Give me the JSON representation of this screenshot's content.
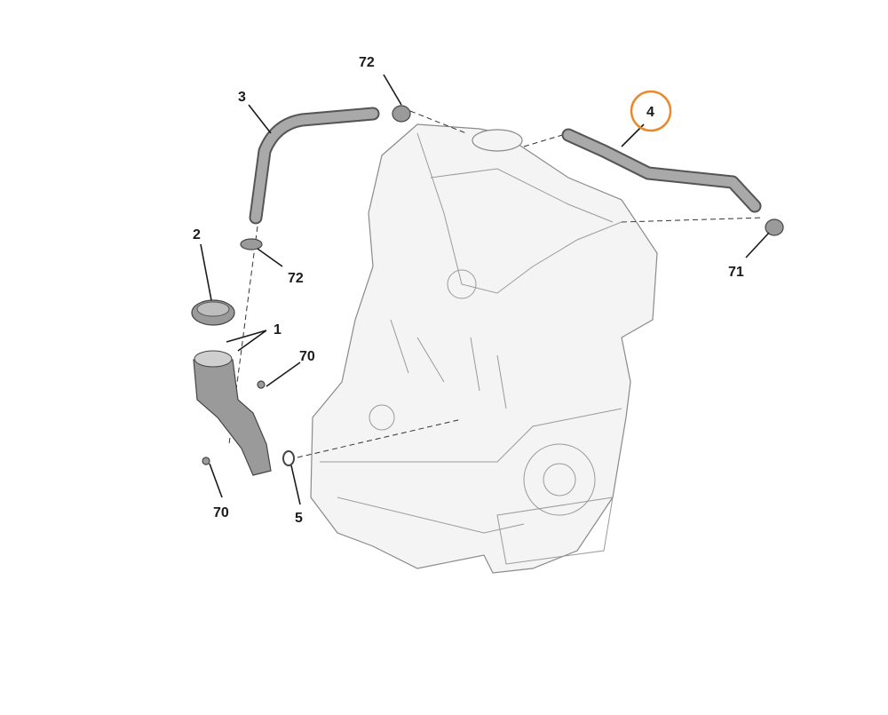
{
  "diagram": {
    "highlight_color": "#e8892c",
    "callouts": [
      {
        "id": "label-72-top",
        "text": "72"
      },
      {
        "id": "label-3",
        "text": "3"
      },
      {
        "id": "label-4",
        "text": "4"
      },
      {
        "id": "label-2",
        "text": "2"
      },
      {
        "id": "label-72-mid",
        "text": "72"
      },
      {
        "id": "label-1",
        "text": "1"
      },
      {
        "id": "label-70-right",
        "text": "70"
      },
      {
        "id": "label-70-bottom",
        "text": "70"
      },
      {
        "id": "label-5",
        "text": "5"
      },
      {
        "id": "label-71",
        "text": "71"
      }
    ]
  }
}
